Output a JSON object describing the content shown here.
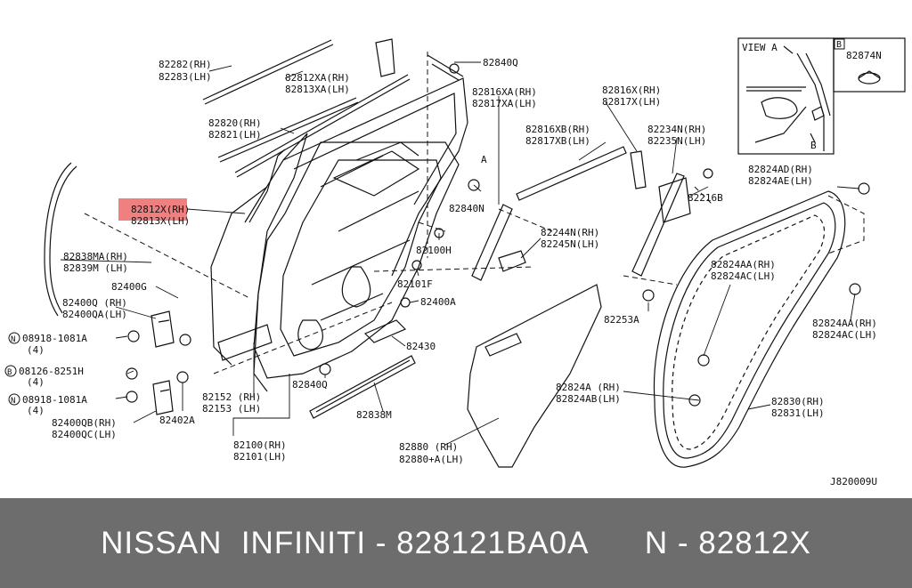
{
  "highlight_color": "#f08080",
  "labels": {
    "l82282": "82282(RH)",
    "l82283": "82283(LH)",
    "l82812xa": "82812XA(RH)",
    "l82813xa": "82813XA(LH)",
    "l82840q_top": "82840Q",
    "l82820": "82820(RH)",
    "l82821": "82821(LH)",
    "l82816xa": "82816XA(RH)",
    "l82817xa": "82817XA(LH)",
    "l82816x": "82816X(RH)",
    "l82817x": "82817X(LH)",
    "l82816xb": "82816XB(RH)",
    "l82817xb": "82817XB(LH)",
    "l82234n": "82234N(RH)",
    "l82235n": "82235N(LH)",
    "l82812x": "82812X(RH)",
    "l82813x": "82813X(LH)",
    "a_mark": "A",
    "l82840n": "82840N",
    "l82216b": "82216B",
    "l82824ad": "82824AD(RH)",
    "l82824ae": "82824AE(LH)",
    "l82244n": "82244N(RH)",
    "l82245n": "82245N(LH)",
    "l82838ma": "82838MA(RH)",
    "l82839m": "82839M (LH)",
    "l82100h": "82100H",
    "l82101f": "82101F",
    "l82400g": "82400G",
    "l82824aa_mid": "82824AA(RH)",
    "l82824ac_mid": "82824AC(LH)",
    "l82400q": "82400Q (RH)",
    "l82400qa": "82400QA(LH)",
    "l82400a": "82400A",
    "l82253a": "82253A",
    "l82824aa_right": "82824AA(RH)",
    "l82824ac_right": "82824AC(LH)",
    "n_circle1": "N",
    "l08918a": "08918-1081A",
    "q4a": "(4)",
    "b_circle": "B",
    "l08126": "08126-8251H",
    "q4b": "(4)",
    "n_circle2": "N",
    "l08918b": "08918-1081A",
    "q4c": "(4)",
    "l82430": "82430",
    "l82840q_bottom": "82840Q",
    "l82824a": "82824A (RH)",
    "l82824ab": "82824AB(LH)",
    "l82152": "82152 (RH)",
    "l82153": "82153 (LH)",
    "l82830": "82830(RH)",
    "l82831": "82831(LH)",
    "l82402a": "82402A",
    "l82838m": "82838M",
    "l82400qb": "82400QB(RH)",
    "l82400qc": "82400QC(LH)",
    "l82880": "82880 (RH)",
    "l82880a": "82880+A(LH)",
    "l82100": "82100(RH)",
    "l82101": "82101(LH)",
    "view_a": "VIEW A",
    "inset_b_title": "B",
    "l82874n": "82874N",
    "inset_b_small": "B",
    "diagram_code": "J820009U"
  },
  "footer": {
    "text": "NISSAN  INFINITI - 828121BA0A      N - 82812X"
  }
}
